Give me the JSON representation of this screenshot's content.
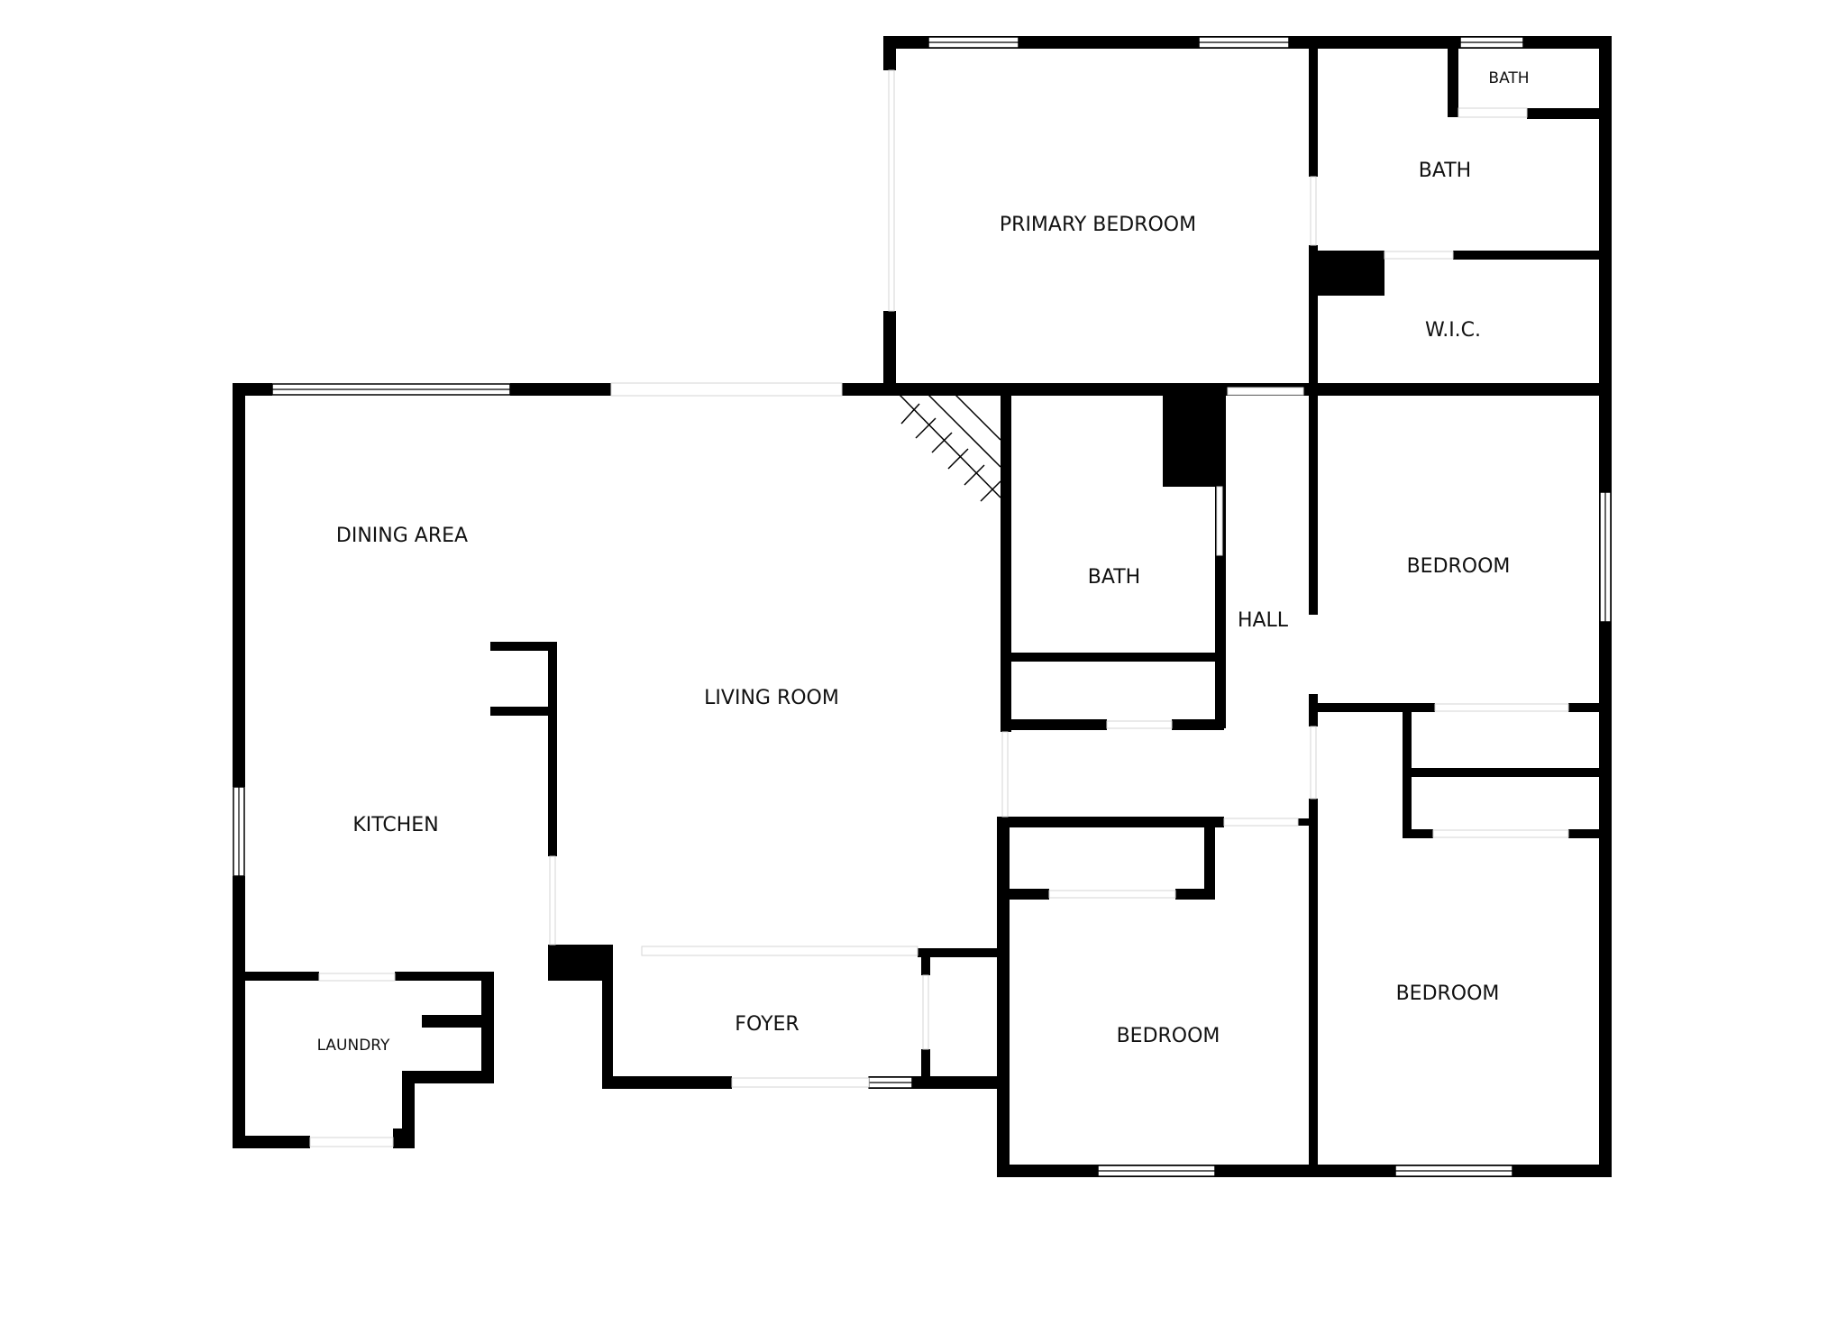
{
  "floor_plan": {
    "rooms": {
      "primary_bedroom": "PRIMARY BEDROOM",
      "primary_bath": "BATH",
      "primary_half_bath": "BATH",
      "walk_in_closet": "W.I.C.",
      "dining_area": "DINING AREA",
      "living_room": "LIVING ROOM",
      "kitchen": "KITCHEN",
      "hall_bath": "BATH",
      "hall": "HALL",
      "bedroom_east": "BEDROOM",
      "bedroom_south_middle": "BEDROOM",
      "bedroom_south_east": "BEDROOM",
      "laundry": "LAUNDRY",
      "foyer": "FOYER"
    },
    "colors": {
      "wall": "#000000",
      "background": "#ffffff",
      "label": "#111111"
    }
  }
}
